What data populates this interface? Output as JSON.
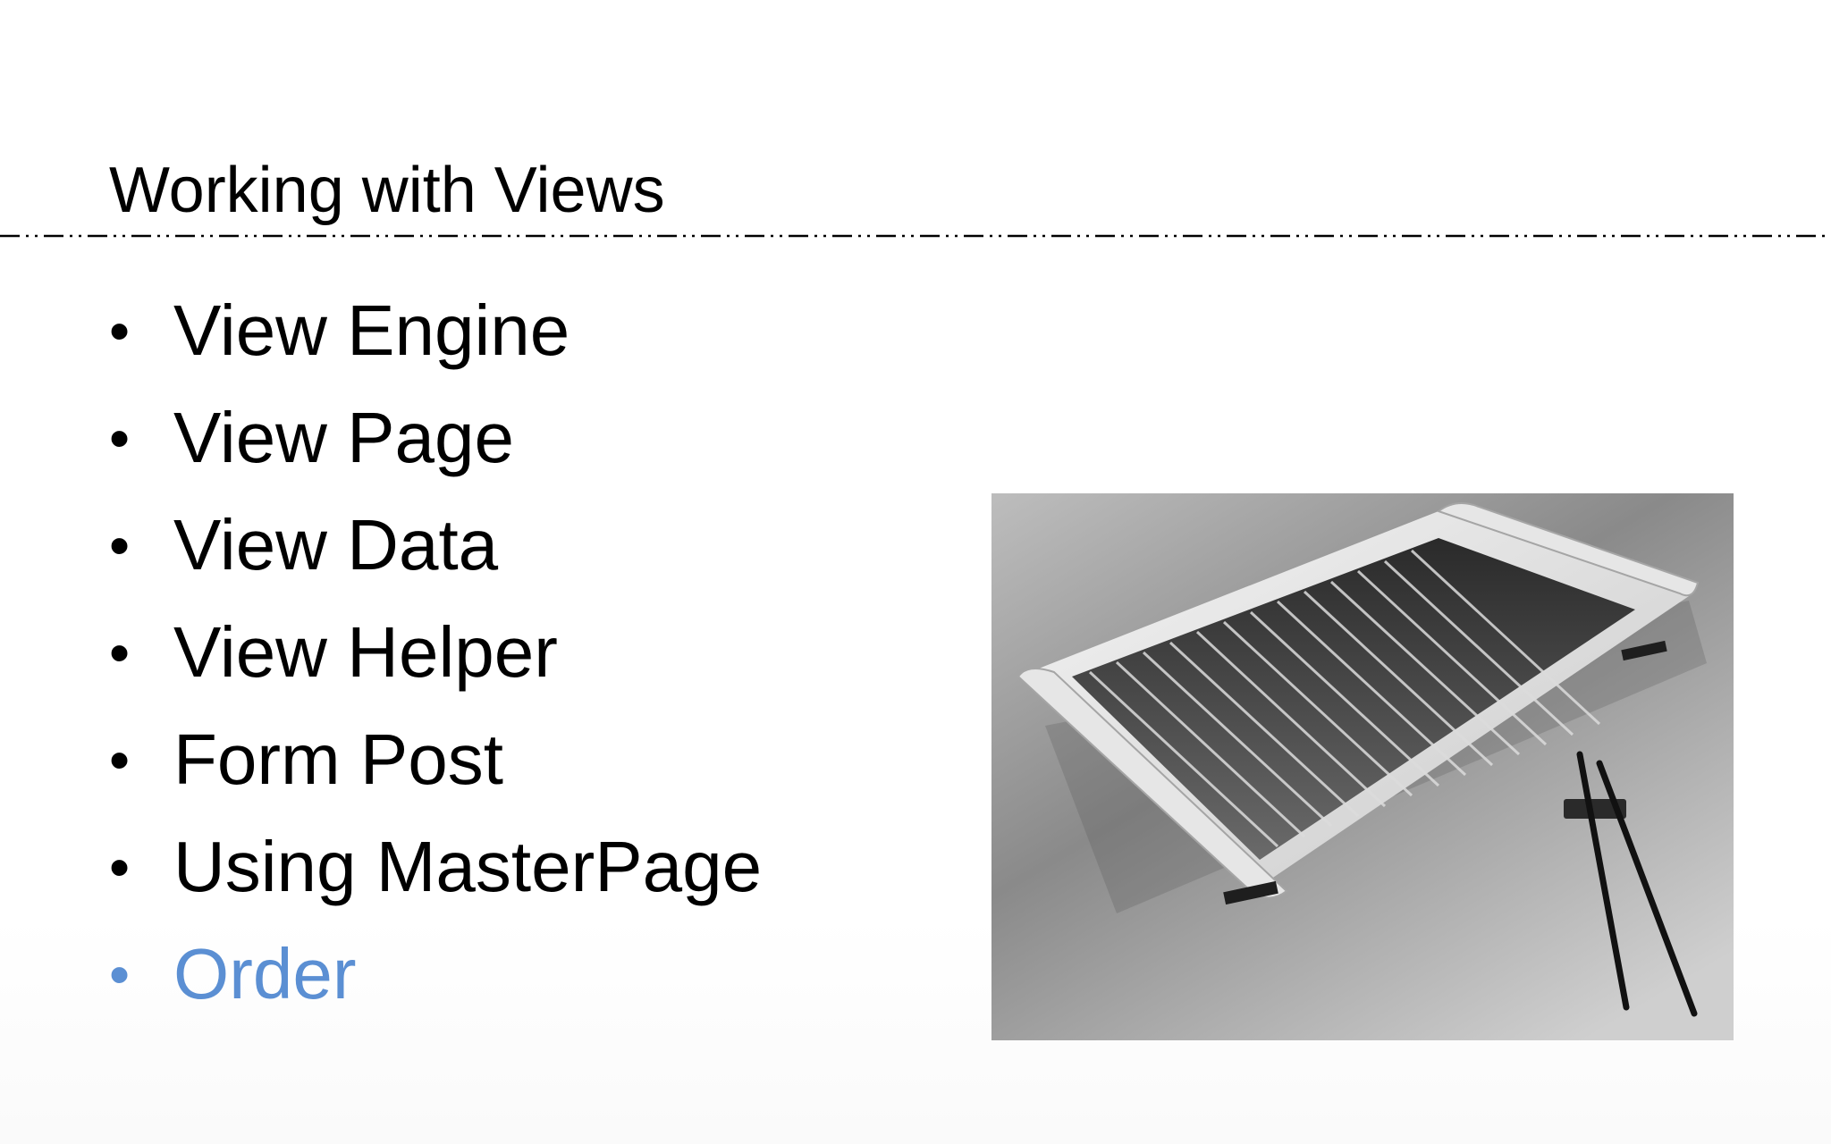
{
  "slide": {
    "title": "Working with Views",
    "bullet_glyph": "•",
    "bullets": [
      {
        "label": "View Engine",
        "active": false
      },
      {
        "label": "View Page",
        "active": false
      },
      {
        "label": "View Data",
        "active": false
      },
      {
        "label": "View Helper",
        "active": false
      },
      {
        "label": "Form Post",
        "active": false
      },
      {
        "label": "Using MasterPage",
        "active": false
      },
      {
        "label": "Order",
        "active": true
      }
    ],
    "colors": {
      "text": "#000000",
      "active_bullet": "#5b8fd3"
    },
    "photo": {
      "icon": "sushi-tray-with-chopsticks-photo"
    }
  }
}
